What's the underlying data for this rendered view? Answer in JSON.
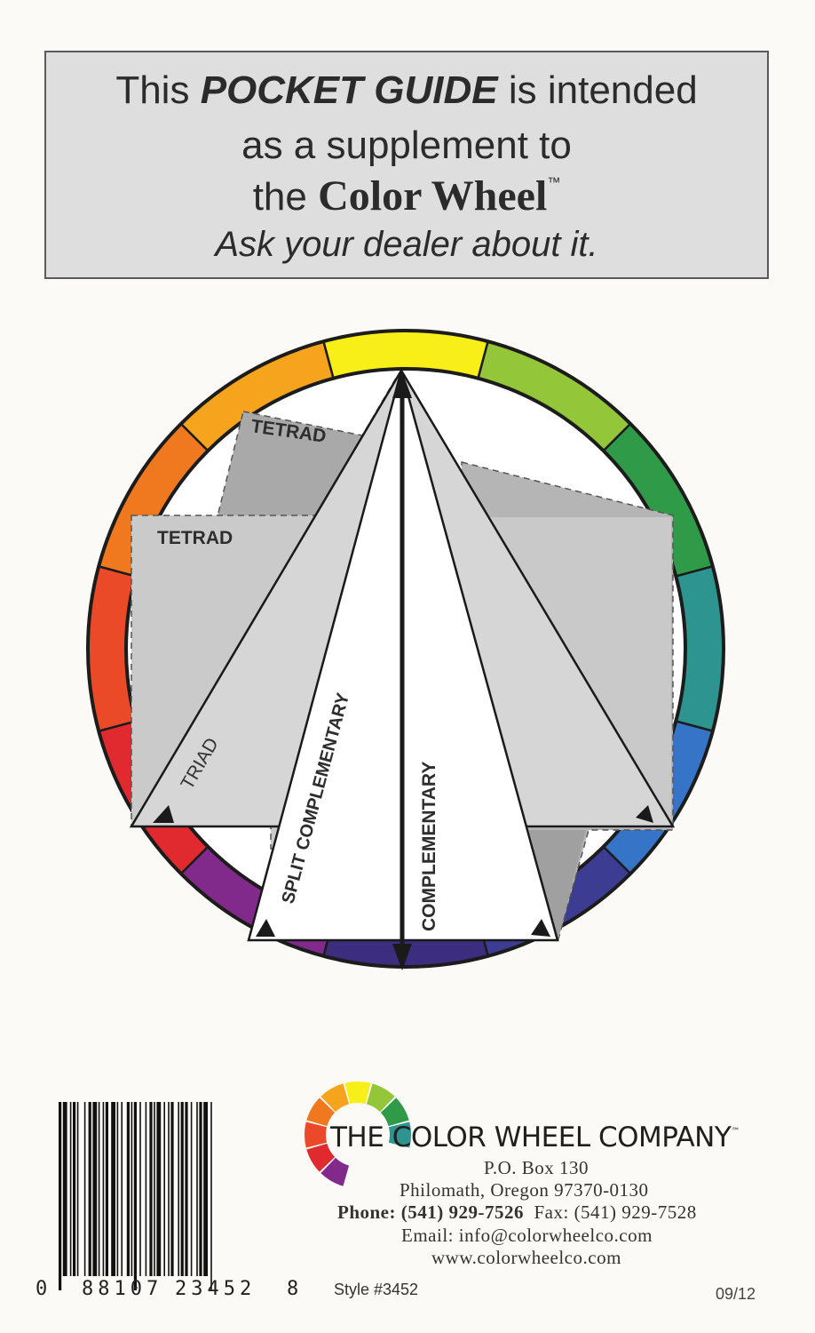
{
  "guide": {
    "line1_pre": "This",
    "line1_bold": "POCKET GUIDE",
    "line1_post": "is intended",
    "line2": "as a supplement to",
    "line3_pre": "the",
    "line3_name": "Color Wheel",
    "line3_tm": "™",
    "line4": "Ask your dealer about it."
  },
  "wheel": {
    "segment_colors": [
      "#f7ef17",
      "#94c63a",
      "#2f9a48",
      "#2e948f",
      "#3674c8",
      "#3b3c92",
      "#3c2d7f",
      "#82298c",
      "#e02a2f",
      "#ea4a27",
      "#f0781e",
      "#f6a41e"
    ],
    "labels": {
      "tetrad_upper": "TETRAD",
      "tetrad_left": "TETRAD",
      "triad": "TRIAD",
      "split_complementary": "SPLIT COMPLEMENTARY",
      "complementary": "COMPLEMENTARY"
    }
  },
  "barcode": {
    "digits_first": "0",
    "digits_left": "88107",
    "digits_right": "23452",
    "digits_last": "8"
  },
  "company": {
    "name": "THE COLOR WHEEL COMPANY",
    "tm": "™",
    "po_box": "P.O. Box 130",
    "city": "Philomath, Oregon 97370-0130",
    "phone_label": "Phone:",
    "phone": "(541) 929-7526",
    "fax": "Fax: (541) 929-7528",
    "email": "Email: info@colorwheelco.com",
    "web": "www.colorwheelco.com"
  },
  "style_number": "Style #3452",
  "date_code": "09/12"
}
